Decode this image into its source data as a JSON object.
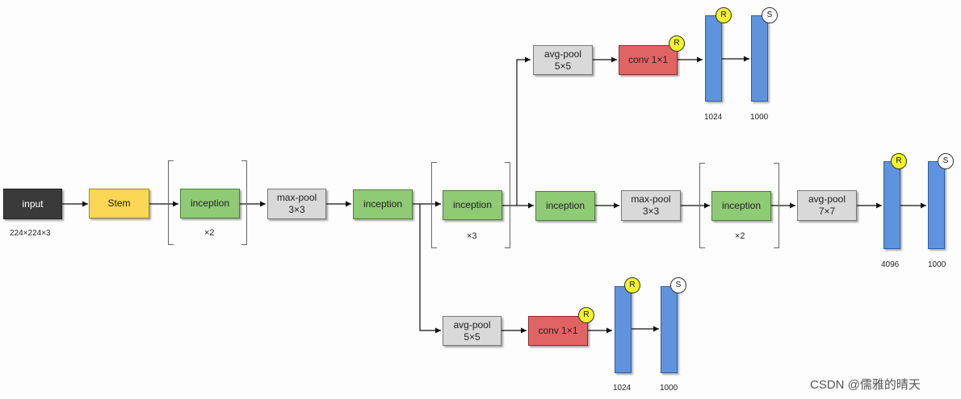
{
  "nodes": {
    "input": "input",
    "stem": "Stem",
    "inception": "inception",
    "maxpool_l1": "max-pool",
    "maxpool_l2": "3×3",
    "avgpool55_l1": "avg-pool",
    "avgpool55_l2": "5×5",
    "avgpool77_l1": "avg-pool",
    "avgpool77_l2": "7×7",
    "conv": "conv 1×1"
  },
  "labels": {
    "input_size": "224×224×3",
    "x2": "×2",
    "x3": "×3",
    "fc_1024": "1024",
    "fc_1000": "1000",
    "fc_4096": "4096"
  },
  "badges": {
    "r": "R",
    "s": "S"
  },
  "watermark": "CSDN @儒雅的晴天",
  "colors": {
    "input": "#3a3a3a",
    "stem": "#f9d653",
    "inception": "#8fca74",
    "pool": "#d9d9d9",
    "conv": "#e06464",
    "fc": "#5f93dd",
    "badge_r": "#f4f22a",
    "badge_s": "#ffffff"
  }
}
